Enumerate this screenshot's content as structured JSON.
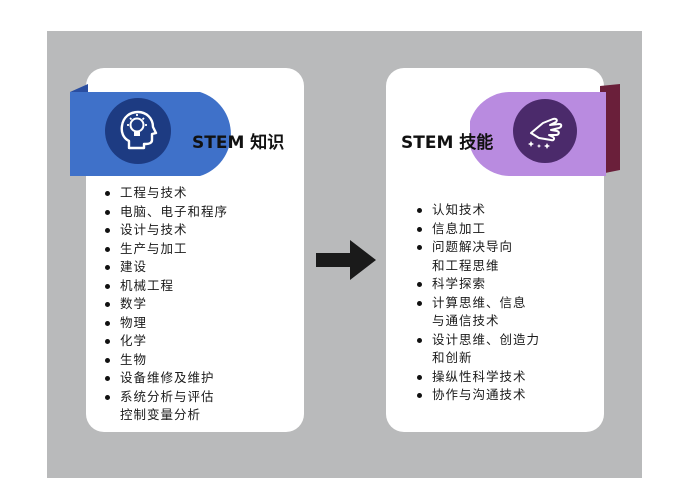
{
  "left_card": {
    "title": "STEM 知识",
    "colors": {
      "ribbon": "#3f71c9",
      "ribbon_dark": "#2a4ea0",
      "circle": "#1d3b82",
      "icon": "#ffffff"
    },
    "icon": "head-lightbulb-icon",
    "items": [
      {
        "text": "工程与技术"
      },
      {
        "text": "电脑、电子和程序"
      },
      {
        "text": "设计与技术"
      },
      {
        "text": "生产与加工"
      },
      {
        "text": "建设"
      },
      {
        "text": "机械工程"
      },
      {
        "text": "数学"
      },
      {
        "text": "物理"
      },
      {
        "text": "化学"
      },
      {
        "text": "生物"
      },
      {
        "text": "设备维修及维护"
      },
      {
        "text": "系统分析与评估"
      },
      {
        "text": "控制变量分析",
        "continuation": true
      }
    ]
  },
  "right_card": {
    "title": "STEM 技能",
    "colors": {
      "ribbon": "#b98be0",
      "ribbon_dark": "#6a1f3a",
      "circle": "#4b2a6b",
      "icon": "#ffffff"
    },
    "icon": "hand-sparkles-icon",
    "items": [
      {
        "text": "认知技术"
      },
      {
        "text": "信息加工"
      },
      {
        "text": "问题解决导向"
      },
      {
        "text": "和工程思维",
        "continuation": true
      },
      {
        "text": "科学探索"
      },
      {
        "text": "计算思维、信息"
      },
      {
        "text": "与通信技术",
        "continuation": true
      },
      {
        "text": "设计思维、创造力"
      },
      {
        "text": "和创新",
        "continuation": true
      },
      {
        "text": "操纵性科学技术"
      },
      {
        "text": "协作与沟通技术"
      }
    ]
  },
  "arrow": {
    "color": "#1a1a1a",
    "icon": "right-arrow-icon"
  }
}
